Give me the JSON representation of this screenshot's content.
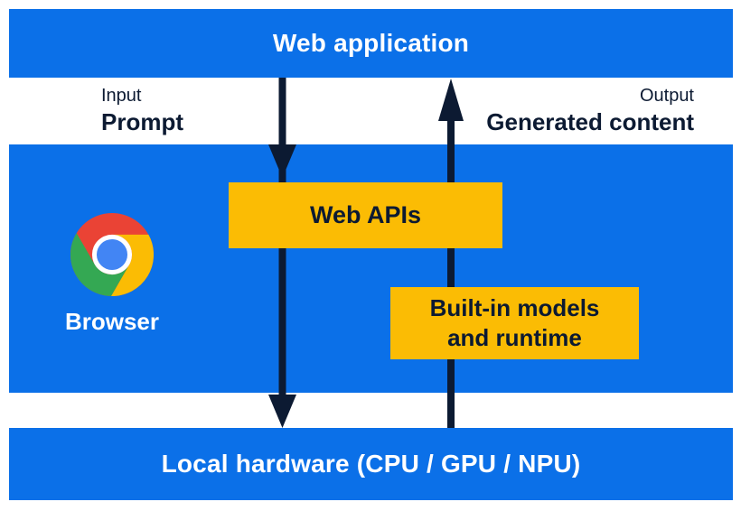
{
  "diagram": {
    "title": "Web application",
    "input": {
      "label": "Input",
      "value": "Prompt"
    },
    "output": {
      "label": "Output",
      "value": "Generated content"
    },
    "browser": {
      "label": "Browser",
      "web_apis": "Web APIs",
      "builtin_models_line1": "Built-in models",
      "builtin_models_line2": "and runtime"
    },
    "hardware": "Local hardware (CPU / GPU / NPU)",
    "icons": {
      "browser_logo": "chrome-logo",
      "down_arrow": "downward-flow-arrow",
      "up_arrow": "upward-flow-arrow"
    },
    "colors": {
      "panel_blue": "#0B70E8",
      "box_yellow": "#FBBC04",
      "ink_navy": "#0C1A32",
      "text_white": "#FFFFFF",
      "chrome_red": "#EA4335",
      "chrome_yellow": "#FBBC04",
      "chrome_green": "#34A853",
      "chrome_center_blue": "#4285F4"
    }
  }
}
